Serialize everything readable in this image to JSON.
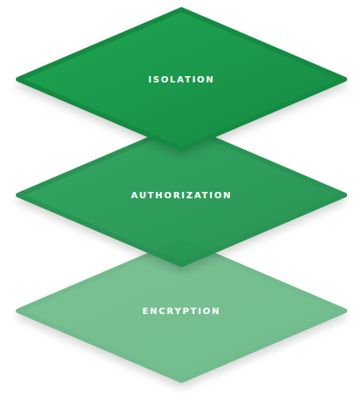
{
  "diagram": {
    "nodes": [
      {
        "text": [
          "ISOLATION"
        ]
      },
      {
        "text": [
          "AUTHORIZATION"
        ]
      },
      {
        "text": [
          "ENCRYPTION"
        ]
      }
    ]
  }
}
